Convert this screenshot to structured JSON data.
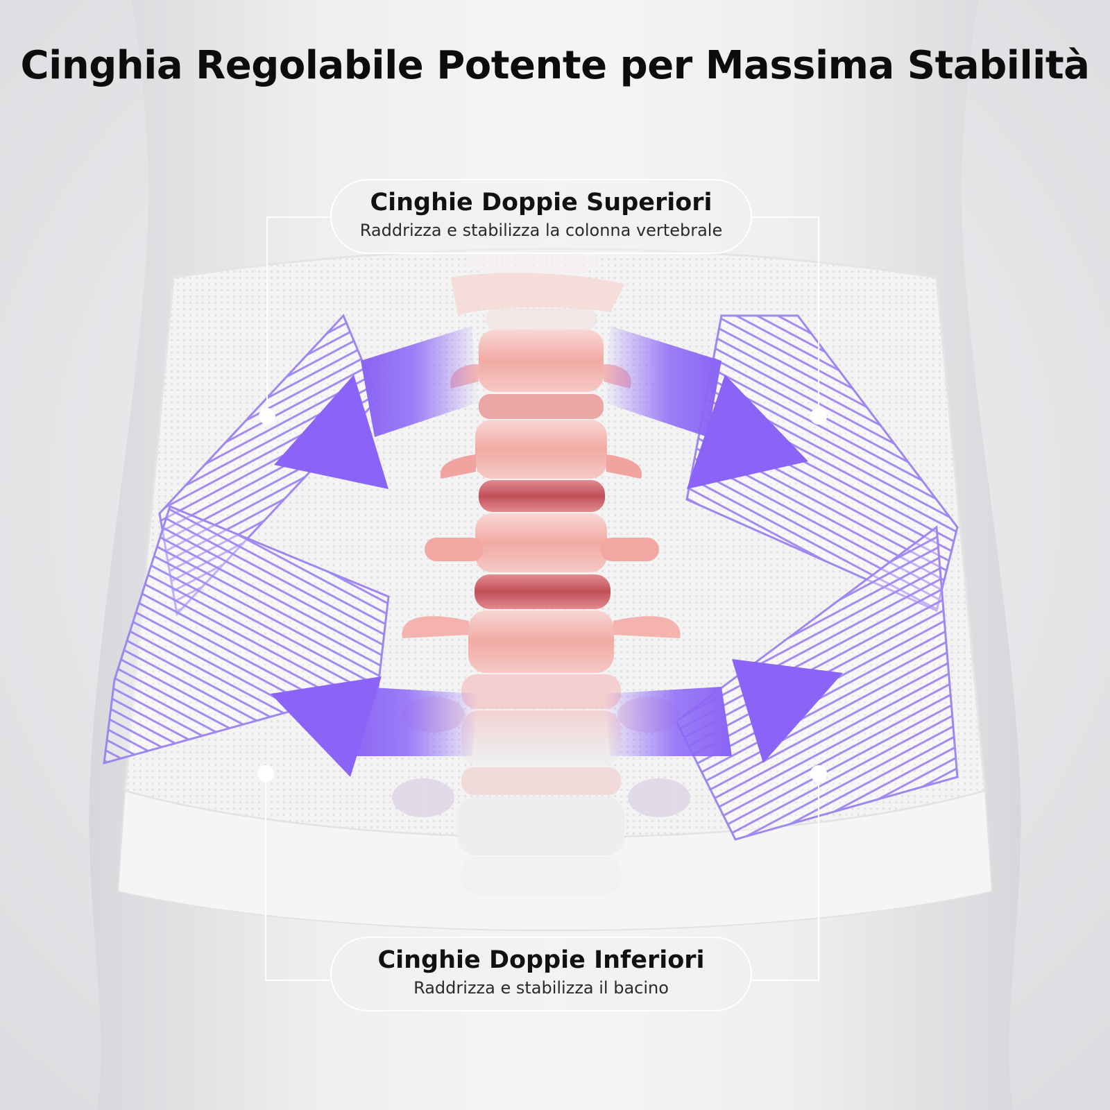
{
  "headline": "Cinghia Regolabile Potente per Massima Stabilità",
  "upper_callout": {
    "title": "Cinghie Doppie Superiori",
    "description": "Raddrizza e stabilizza la colonna vertebrale"
  },
  "lower_callout": {
    "title": "Cinghie Doppie Inferiori",
    "description": "Raddrizza e stabilizza il bacino"
  },
  "colors": {
    "background": "#e8e9eb",
    "strap_accent": "#8b6cf2",
    "arrow": "#8e69f6",
    "vertebra": "#f2a8a3",
    "disc": "#c9565f",
    "text": "#0c0c0c"
  }
}
